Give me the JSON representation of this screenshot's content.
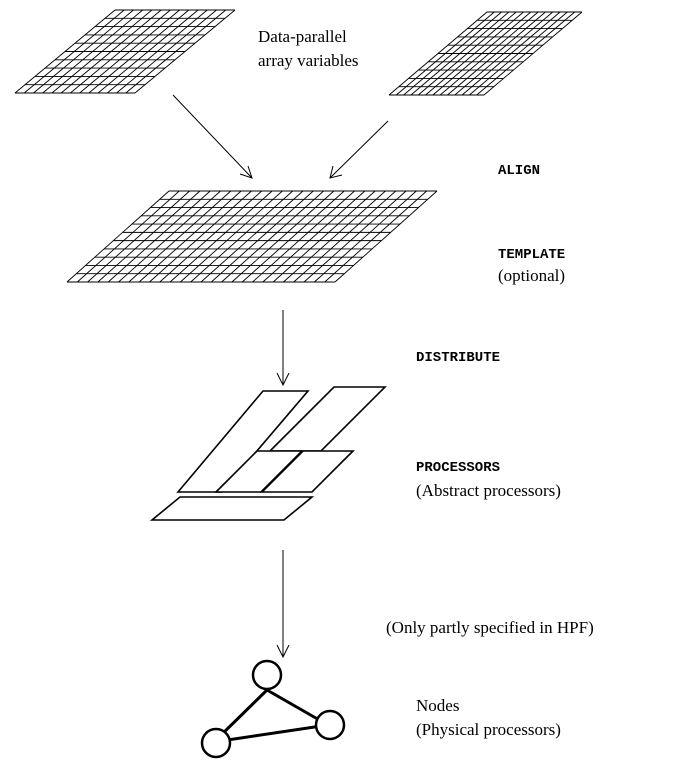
{
  "labels": {
    "arrays_line1": "Data-parallel",
    "arrays_line2": "array variables",
    "align": "ALIGN",
    "template": "TEMPLATE",
    "template_note": "(optional)",
    "distribute": "DISTRIBUTE",
    "processors": "PROCESSORS",
    "processors_note": "(Abstract processors)",
    "partly": "(Only partly specified in HPF)",
    "nodes": "Nodes",
    "nodes_note": "(Physical processors)"
  }
}
